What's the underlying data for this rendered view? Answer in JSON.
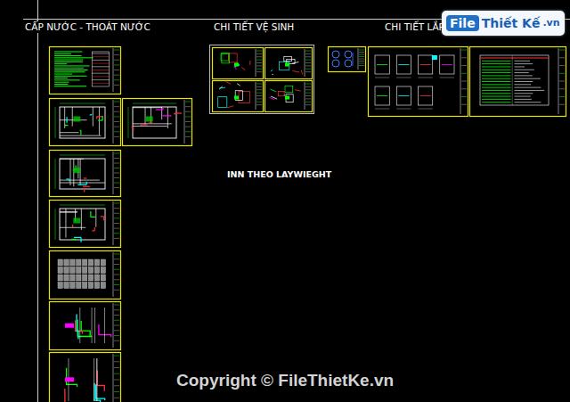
{
  "diagram": {
    "labels": [
      "CẤP NƯỚC - THOÁT NƯỚC",
      "CHI TIẾT VỆ SINH",
      "CHI TIẾT LẮP",
      "INN THEO LAYWIEGHT",
      "File",
      "Thiết Kế",
      ".vn",
      "Copyright © FileThietKe.vn"
    ]
  }
}
